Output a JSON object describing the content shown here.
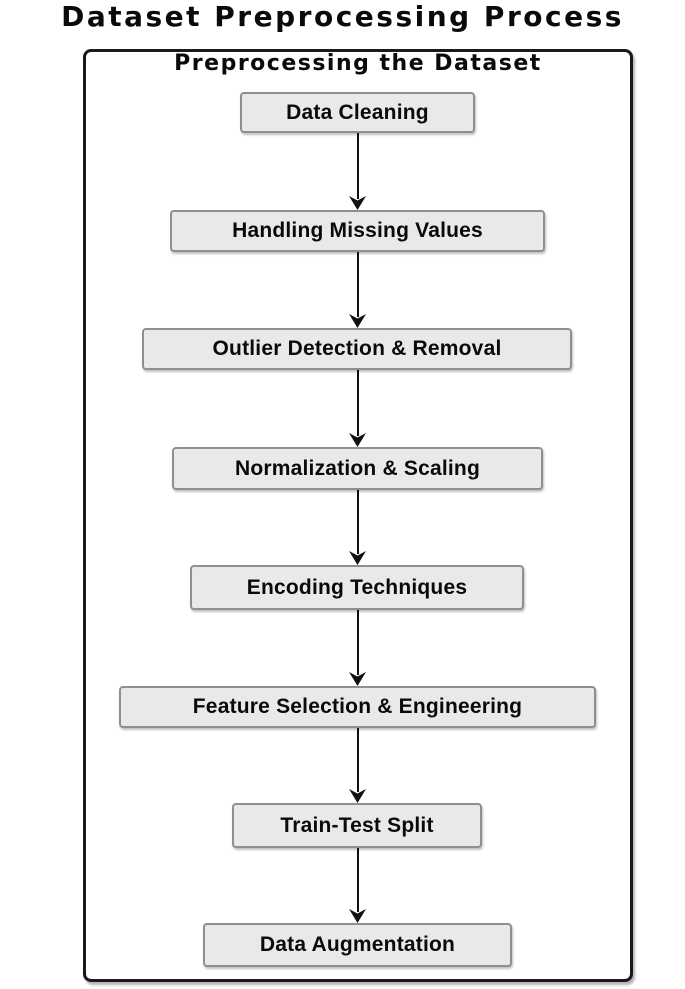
{
  "title": "Dataset Preprocessing Process",
  "frame": {
    "title": "Preprocessing the Dataset"
  },
  "steps": [
    {
      "label": "Data Cleaning"
    },
    {
      "label": "Handling Missing Values"
    },
    {
      "label": "Outlier Detection & Removal"
    },
    {
      "label": "Normalization & Scaling"
    },
    {
      "label": "Encoding Techniques"
    },
    {
      "label": "Feature Selection & Engineering"
    },
    {
      "label": "Train-Test Split"
    },
    {
      "label": "Data Augmentation"
    }
  ],
  "colors": {
    "background": "#ffffff",
    "node_fill": "#e9e9e9",
    "node_border": "#8f8f8f",
    "frame_border": "#1a1a1a",
    "arrow": "#111111",
    "text": "#0a0a0a"
  }
}
